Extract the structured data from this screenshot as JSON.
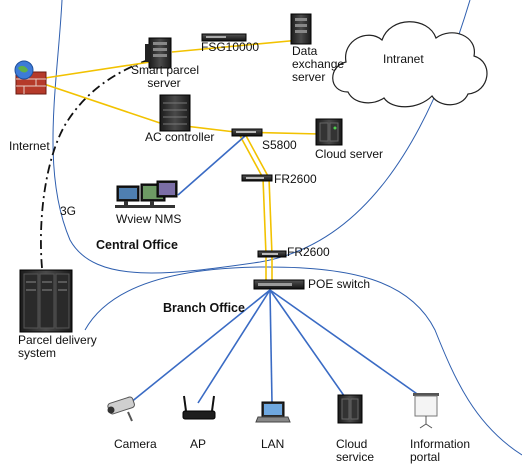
{
  "regions": {
    "intranet": "Intranet",
    "central_office": "Central Office",
    "branch_office": "Branch Office"
  },
  "links": {
    "internet": "Internet",
    "three_g": "3G"
  },
  "nodes": {
    "smart_parcel_server": [
      "Smart parcel",
      "server"
    ],
    "fsg10000": "FSG10000",
    "data_exchange_server": [
      "Data",
      "exchange",
      "server"
    ],
    "ac_controller": "AC controller",
    "s5800": "S5800",
    "cloud_server": "Cloud server",
    "fr2600_central": "FR2600",
    "wview_nms": "Wview NMS",
    "fr2600_branch": "FR2600",
    "poe_switch": "POE switch",
    "parcel_delivery_system": [
      "Parcel delivery",
      "system"
    ],
    "camera": "Camera",
    "ap": "AP",
    "lan": "LAN",
    "cloud_service": [
      "Cloud",
      "service"
    ],
    "information_portal": [
      "Information",
      "portal"
    ]
  },
  "colors": {
    "wan_link": "#F2C200",
    "lan_link": "#3A6BC4",
    "boundary": "#2F5FAF",
    "three_g_link": "#111111"
  },
  "icons": {
    "firewall": "brick-firewall-globe-icon",
    "server": "rack-server-icon",
    "router": "router-icon",
    "switch": "switch-icon",
    "nms": "monitor-workstation-icon",
    "camera": "security-camera-icon",
    "ap": "wireless-ap-icon",
    "lan": "laptop-icon",
    "portal": "projector-screen-icon",
    "cloud": "cloud-icon"
  }
}
